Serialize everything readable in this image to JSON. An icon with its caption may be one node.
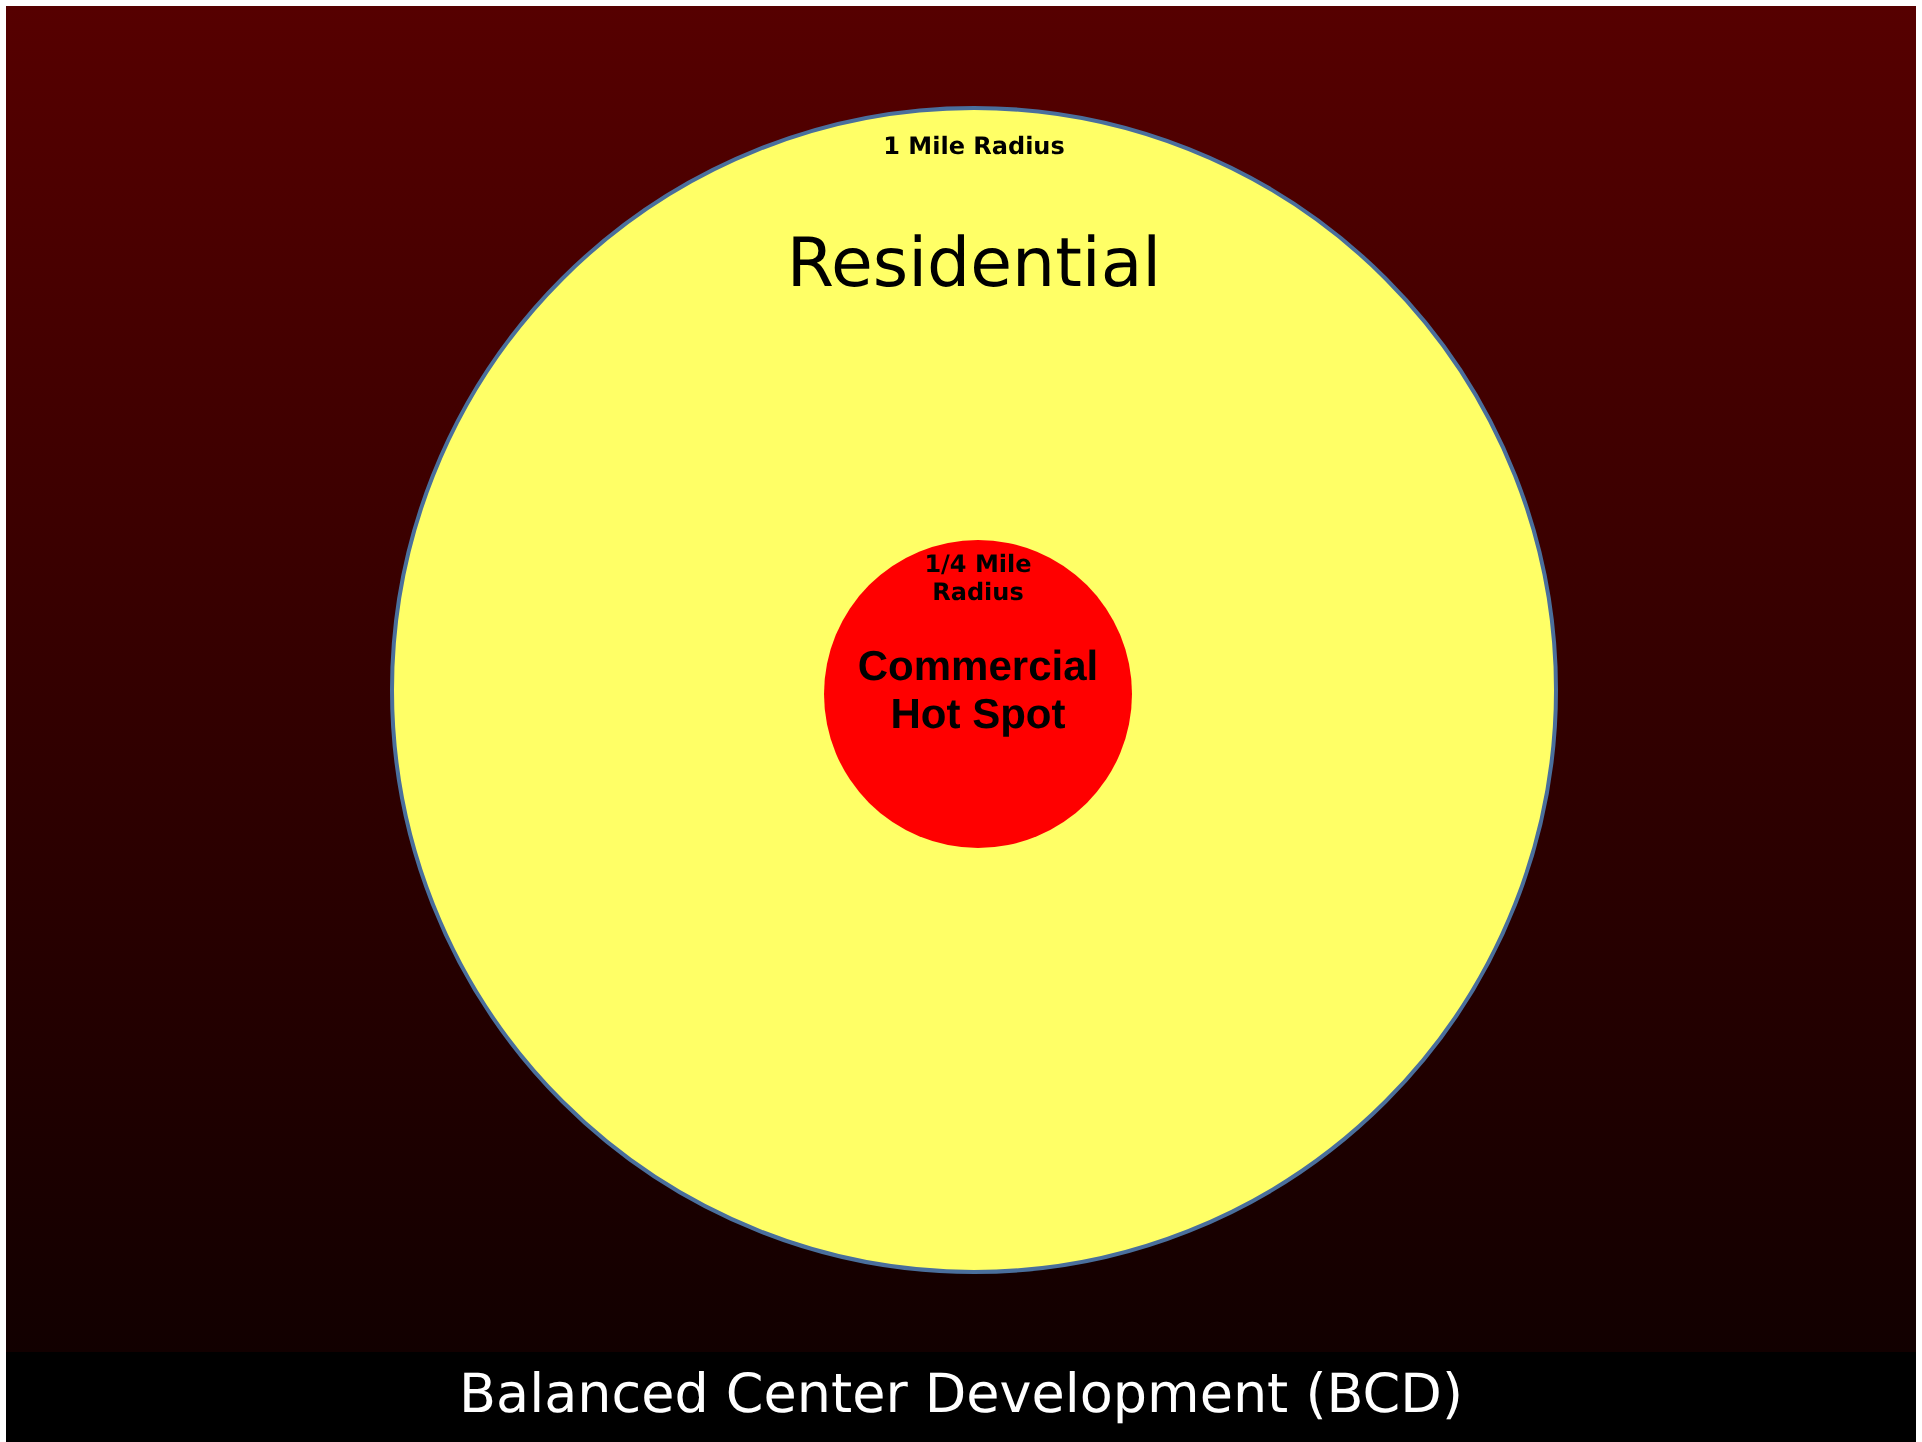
{
  "diagram": {
    "title": "Balanced Center Development (BCD)",
    "nodes": [
      {
        "text": [
          "1 Mile Radius",
          "Residential"
        ]
      },
      {
        "text": [
          "1/4 Mile Radius",
          "Commercial Hot Spot"
        ],
        "in": 0
      }
    ]
  }
}
